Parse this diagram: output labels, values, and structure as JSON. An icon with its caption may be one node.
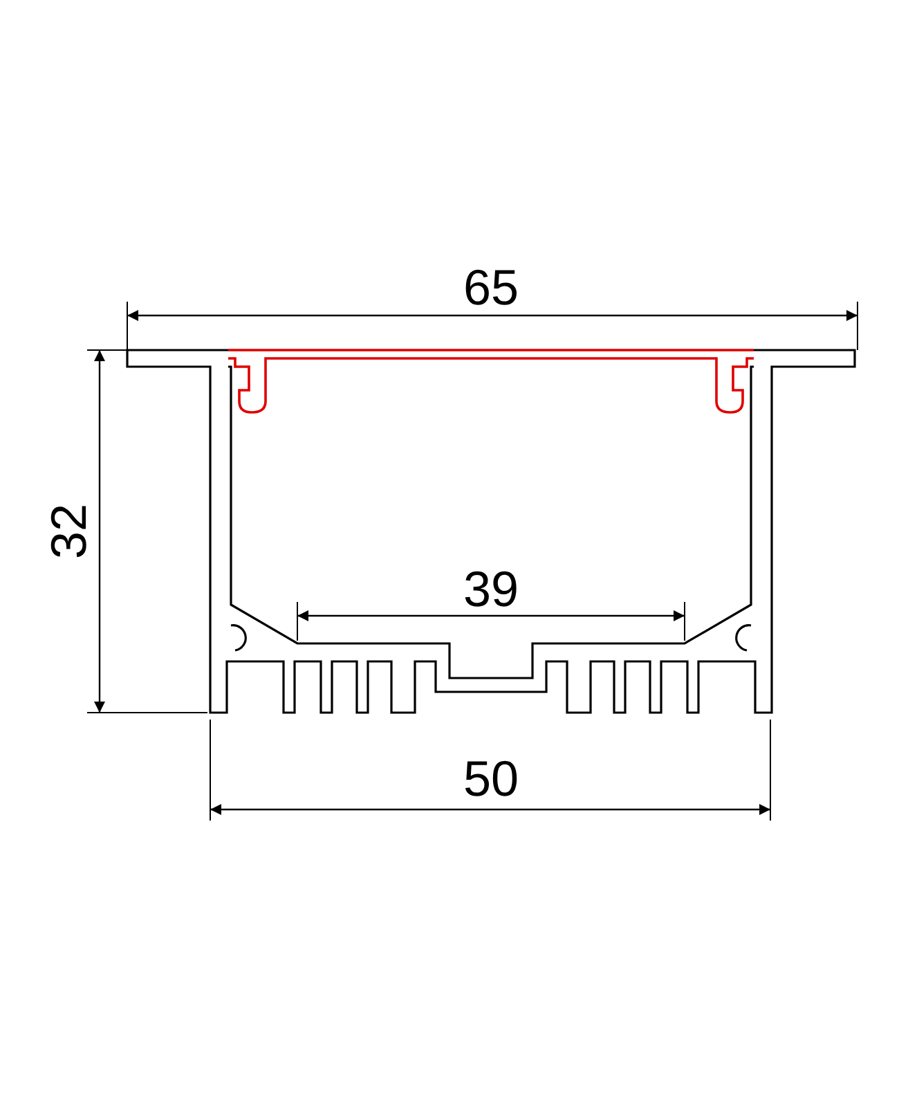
{
  "diagram": {
    "labels": [
      "65",
      "32",
      "39",
      "50"
    ]
  }
}
